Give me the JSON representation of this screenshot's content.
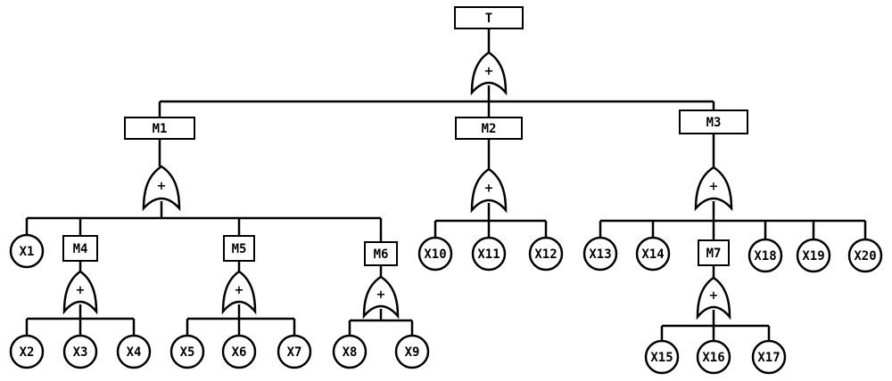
{
  "tree": {
    "top": {
      "label": "T",
      "gate": "+"
    },
    "intermediates": [
      {
        "id": "M1",
        "label": "M1",
        "gate": "+"
      },
      {
        "id": "M2",
        "label": "M2",
        "gate": "+"
      },
      {
        "id": "M3",
        "label": "M3",
        "gate": "+"
      },
      {
        "id": "M4",
        "label": "M4",
        "gate": "+"
      },
      {
        "id": "M5",
        "label": "M5",
        "gate": "+"
      },
      {
        "id": "M6",
        "label": "M6",
        "gate": "+"
      },
      {
        "id": "M7",
        "label": "M7",
        "gate": "+"
      }
    ],
    "basic_events": [
      "X1",
      "X2",
      "X3",
      "X4",
      "X5",
      "X6",
      "X7",
      "X8",
      "X9",
      "X10",
      "X11",
      "X12",
      "X13",
      "X14",
      "X15",
      "X16",
      "X17",
      "X18",
      "X19",
      "X20"
    ],
    "structure": {
      "T": [
        "M1",
        "M2",
        "M3"
      ],
      "M1": [
        "X1",
        "M4",
        "M5",
        "M6"
      ],
      "M2": [
        "X10",
        "X11",
        "X12"
      ],
      "M3": [
        "X13",
        "X14",
        "M7",
        "X18",
        "X19",
        "X20"
      ],
      "M4": [
        "X2",
        "X3",
        "X4"
      ],
      "M5": [
        "X5",
        "X6",
        "X7"
      ],
      "M6": [
        "X8",
        "X9"
      ],
      "M7": [
        "X15",
        "X16",
        "X17"
      ]
    }
  }
}
